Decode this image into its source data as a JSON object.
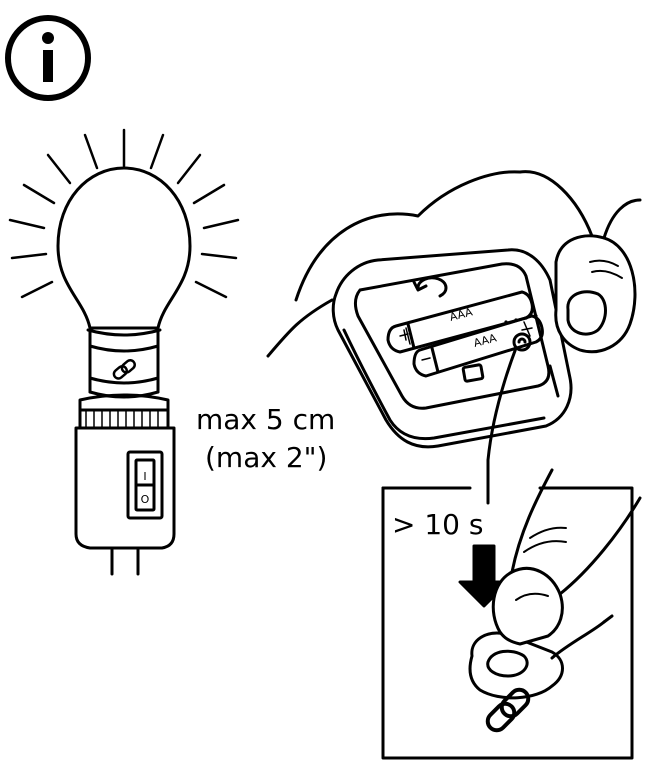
{
  "distance": {
    "metric": "max 5 cm",
    "imperial": "(max 2\")"
  },
  "press_duration": "> 10 s",
  "battery_label": "AAA",
  "switch": {
    "on_mark": "I",
    "off_mark": "O"
  },
  "colors": {
    "ink": "#000000",
    "paper": "#ffffff"
  }
}
